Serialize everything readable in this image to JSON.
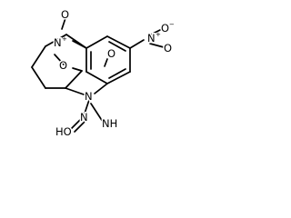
{
  "molecule": {
    "atoms": {
      "n_ring": "N",
      "n_top_left": "N",
      "o_top_left": "O",
      "n_top_right": "N",
      "o_top_right_a": "O",
      "o_top_right_b": "O",
      "o_bridge": "O",
      "o_carbonyl": "O",
      "n_hydrazide": "N",
      "oh": "HO",
      "nh": "NH"
    },
    "charges": {
      "plus": "+",
      "minus": "−"
    }
  }
}
